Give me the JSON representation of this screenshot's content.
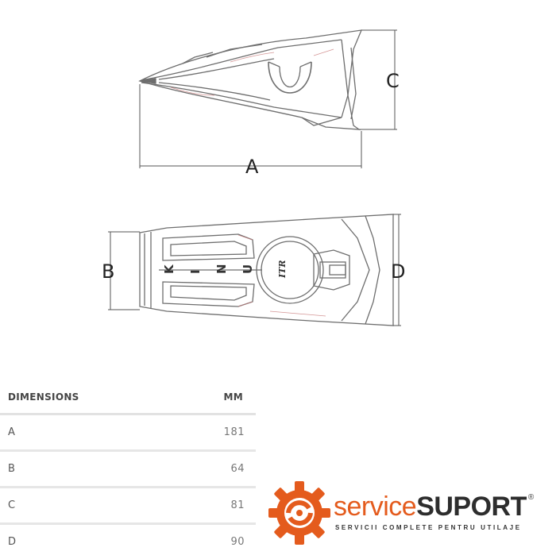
{
  "drawing": {
    "dimension_labels": {
      "a": "A",
      "b": "B",
      "c": "C",
      "d": "D"
    },
    "engraving": [
      "U",
      "N",
      "I",
      "K"
    ],
    "brand_mark": "ITR",
    "line_color": "#6e6e6e",
    "accent_color": "#c97a7a"
  },
  "table": {
    "header": {
      "name": "DIMENSIONS",
      "unit": "MM"
    },
    "rows": [
      {
        "name": "A",
        "value": "181"
      },
      {
        "name": "B",
        "value": "64"
      },
      {
        "name": "C",
        "value": "81"
      },
      {
        "name": "D",
        "value": "90"
      }
    ]
  },
  "logo": {
    "brand_part1": "service",
    "brand_part2": "SUPORT",
    "registered": "®",
    "tagline": "SERVICII COMPLETE PENTRU UTILAJE",
    "icon": "gear-icon",
    "primary_color": "#e45b1d",
    "secondary_color": "#2d2d2d"
  }
}
